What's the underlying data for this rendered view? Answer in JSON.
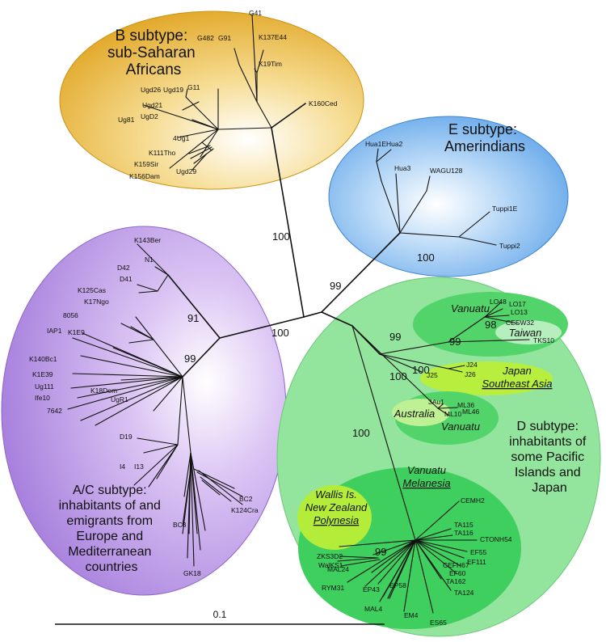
{
  "clades": {
    "b": {
      "title_lines": [
        "B subtype:",
        "sub-Saharan",
        "Africans"
      ],
      "color": "#e7b22f"
    },
    "e": {
      "title_lines": [
        "E subtype:",
        "Amerindians"
      ],
      "color": "#5aa3e8"
    },
    "ac": {
      "title_lines": [
        "A/C subtype:",
        "inhabitants of and",
        "emigrants from",
        "Europe and",
        "Mediterranean",
        "countries"
      ],
      "color": "#ad82e0"
    },
    "d": {
      "title_lines": [
        "D subtype:",
        "inhabitants of",
        "some Pacific",
        "Islands and",
        "Japan"
      ],
      "color": "#8ee39a"
    }
  },
  "subgroups": {
    "vanuatu_top": "Vanuatu",
    "taiwan": "Taiwan",
    "japan": "Japan",
    "southeast_asia": "Southeast Asia",
    "australia": "Australia",
    "vanuatu_mid": "Vanuatu",
    "vanuatu_bottom": "Vanuatu",
    "melanesia": "Melanesia",
    "wallis": "Wallis Is.",
    "new_zealand": "New Zealand",
    "polynesia": "Polynesia"
  },
  "bootstrap": {
    "b_branch": "100",
    "e_branch": "99",
    "e_inner": "100",
    "ac_b": "91",
    "ac_root": "99",
    "center": "100",
    "d_japan_vanuatu": "99",
    "d_vanuatu_taiwan_a": "99",
    "d_vanuatu_taiwan_b": "98",
    "d_japan": "100",
    "d_australia": "100",
    "d_melanesia": "100",
    "d_polynesia": "99"
  },
  "leaves": {
    "b": [
      "G41",
      "G482",
      "G91",
      "K137E44",
      "K19Tim",
      "G11",
      "Ugd26",
      "Ugd19",
      "Ugd21",
      "UgD2",
      "Ug81",
      "4Ug1",
      "K160Ced",
      "K111Tho",
      "K159Sir",
      "K156Dam",
      "Ugd29"
    ],
    "e": [
      "Hua1E",
      "Hua2",
      "Hua3",
      "WAGU128",
      "Tuppi1E",
      "Tuppi2"
    ],
    "ac": [
      "K143Ber",
      "N1",
      "D42",
      "D41",
      "K125Cas",
      "K17Ngo",
      "8056",
      "IAP1",
      "K1E9",
      "K140Bc1",
      "K1E39",
      "Ug111",
      "Ife10",
      "7642",
      "K18Dem",
      "UgR1",
      "D19",
      "I4",
      "I13",
      "BC2",
      "K124Cra",
      "BC3",
      "GK18"
    ],
    "d": [
      "LO48",
      "LO17",
      "LO13",
      "CESW32",
      "TKS10",
      "J24",
      "J26",
      "J25",
      "3Au1",
      "ML36",
      "ML10",
      "ML46",
      "CEMH2",
      "TA115",
      "TA116",
      "CTONH54",
      "EF55",
      "EF111",
      "CEFH67",
      "EF60",
      "TA162",
      "TA124",
      "ES65",
      "EM4",
      "EP58",
      "EP43",
      "MAL4",
      "RYM31",
      "MAL24",
      "ZKS3D2",
      "WalKS1"
    ]
  },
  "scale_bar": {
    "label": "0.1"
  }
}
